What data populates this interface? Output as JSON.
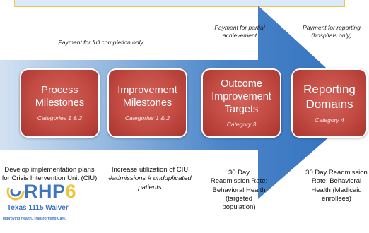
{
  "payments": [
    {
      "text": "Payment for full completion only"
    },
    {
      "text": "Payment for partial achievement"
    },
    {
      "text": "Payment for reporting (hospitals only)"
    }
  ],
  "boxes": [
    {
      "title": "Process Milestones",
      "subtitle": "Categories 1 & 2"
    },
    {
      "title": "Improvement Milestones",
      "subtitle": "Categories 1 & 2"
    },
    {
      "title": "Outcome Improvement Targets",
      "subtitle": "Category 3"
    },
    {
      "title": "Reporting Domains",
      "subtitle": "Category 4"
    }
  ],
  "descriptions": [
    {
      "text": "Develop implementation plans for Crisis Intervention Unit (CIU)"
    },
    {
      "line1": "Increase utilization of CIU",
      "italic": "#admissions # unduplicated patients"
    },
    {
      "text": "30 Day Readmission Rate: Behavioral Health (targeted population)"
    },
    {
      "text": "30 Day Readmission Rate: Behavioral Health (Medicaid enrollees)"
    }
  ],
  "logo": {
    "rhp": "RHP",
    "six": "6",
    "waiver": "Texas 1115 Waiver",
    "tagline": "Improving Health. Transforming Care."
  },
  "colors": {
    "arrow": "#2e6fbe",
    "box": "#c24b43",
    "logo_blue": "#3d74c4",
    "logo_gold": "#f0c33c"
  }
}
